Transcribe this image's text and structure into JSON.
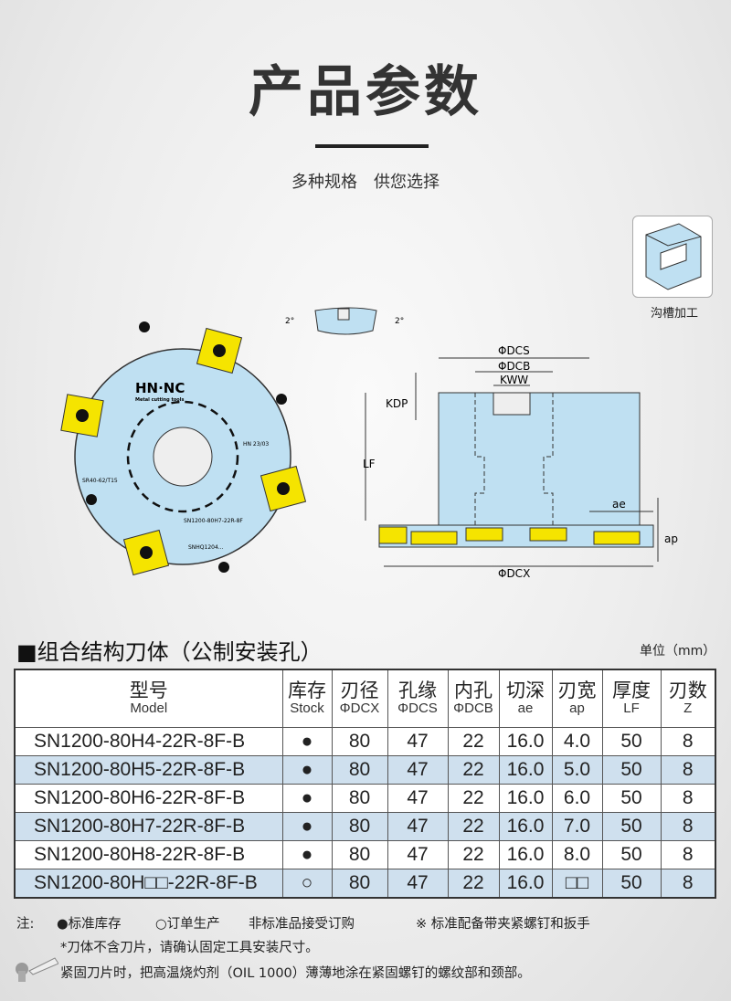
{
  "header": {
    "title": "产品参数",
    "subtitle": "多种规格　供您选择"
  },
  "groove_badge": {
    "label": "沟槽加工"
  },
  "diagram": {
    "brand": "HN·NC",
    "brand_sub": "Metal cutting tools",
    "code1": "HN 23/03",
    "screw": "SR40-62/T15",
    "body_code": "SN1200-80H7-22R-8F",
    "insert": "SNHQ1204...",
    "angle": "2°",
    "dims": {
      "dcs": "ΦDCS",
      "dcb": "ΦDCB",
      "kww": "KWW",
      "kdp": "KDP",
      "lf": "LF",
      "ae": "ae",
      "ap": "ap",
      "dcx": "ΦDCX"
    }
  },
  "section": {
    "title": "■组合结构刀体（公制安装孔）",
    "unit": "单位（mm）"
  },
  "table": {
    "headers": [
      {
        "cn": "型号",
        "en": "Model"
      },
      {
        "cn": "库存",
        "en": "Stock"
      },
      {
        "cn": "刃径",
        "en": "ΦDCX"
      },
      {
        "cn": "孔缘",
        "en": "ΦDCS"
      },
      {
        "cn": "内孔",
        "en": "ΦDCB"
      },
      {
        "cn": "切深",
        "en": "ae"
      },
      {
        "cn": "刃宽",
        "en": "ap"
      },
      {
        "cn": "厚度",
        "en": "LF"
      },
      {
        "cn": "刃数",
        "en": "Z"
      }
    ],
    "rows": [
      [
        "SN1200-80H4-22R-8F-B",
        "●",
        "80",
        "47",
        "22",
        "16.0",
        "4.0",
        "50",
        "8"
      ],
      [
        "SN1200-80H5-22R-8F-B",
        "●",
        "80",
        "47",
        "22",
        "16.0",
        "5.0",
        "50",
        "8"
      ],
      [
        "SN1200-80H6-22R-8F-B",
        "●",
        "80",
        "47",
        "22",
        "16.0",
        "6.0",
        "50",
        "8"
      ],
      [
        "SN1200-80H7-22R-8F-B",
        "●",
        "80",
        "47",
        "22",
        "16.0",
        "7.0",
        "50",
        "8"
      ],
      [
        "SN1200-80H8-22R-8F-B",
        "●",
        "80",
        "47",
        "22",
        "16.0",
        "8.0",
        "50",
        "8"
      ],
      [
        "SN1200-80H□□-22R-8F-B",
        "○",
        "80",
        "47",
        "22",
        "16.0",
        "□□",
        "50",
        "8"
      ]
    ]
  },
  "notes": {
    "label": "注:",
    "stock": "●标准库存",
    "order": "○订单生产",
    "nonstd": "非标准品接受订购",
    "std": "※ 标准配备带夹紧螺钉和扳手",
    "line2": "*刀体不含刀片，请确认固定工具安装尺寸。",
    "line3": "紧固刀片时，把高温烧灼剂（OIL 1000）薄薄地涂在紧固螺钉的螺纹部和颈部。"
  },
  "colors": {
    "body": "#bfe0f2",
    "insert": "#f5e400",
    "alt_row": "#cfe0ee"
  }
}
